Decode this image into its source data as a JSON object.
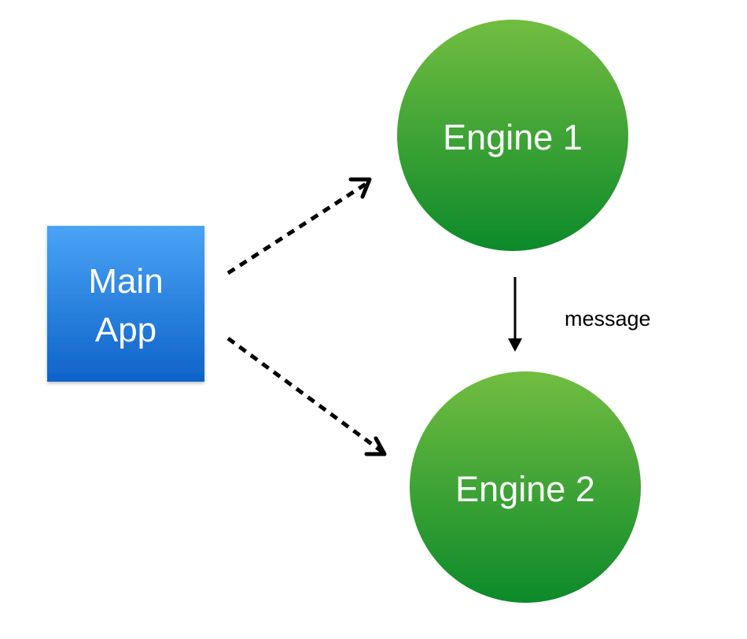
{
  "nodes": {
    "main_app": {
      "line1": "Main",
      "line2": "App"
    },
    "engine_1": {
      "label": "Engine 1"
    },
    "engine_2": {
      "label": "Engine 2"
    }
  },
  "edges": {
    "message": {
      "label": "message"
    }
  },
  "colors": {
    "box_top": "#4aa3f5",
    "box_bottom": "#0e63c9",
    "circle_top": "#72bd41",
    "circle_bottom": "#0c8a2a",
    "arrow": "#000000"
  }
}
